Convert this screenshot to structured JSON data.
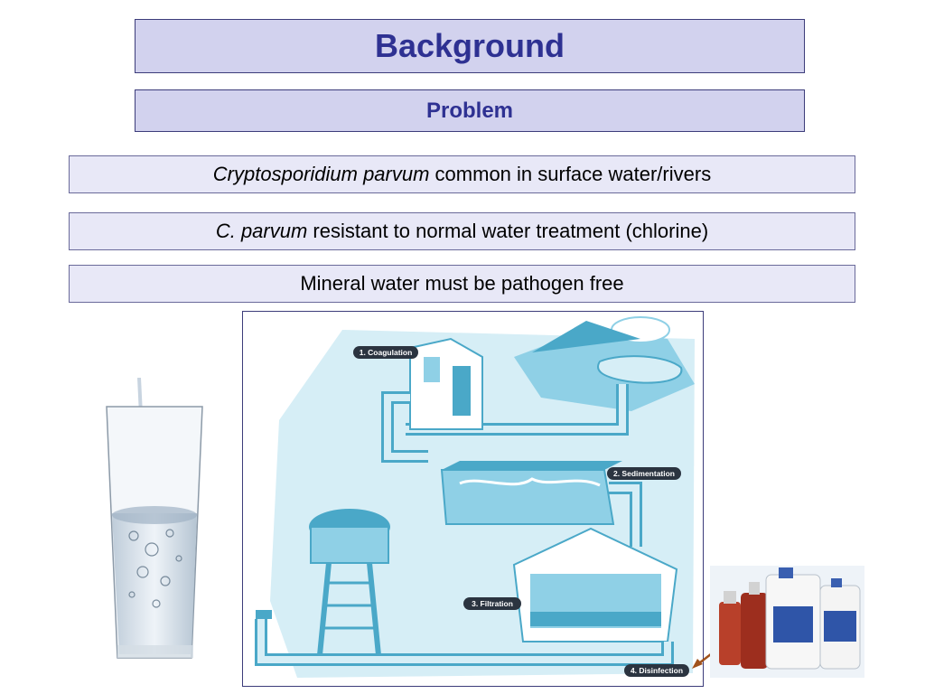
{
  "header": {
    "title": "Background",
    "subtitle": "Problem"
  },
  "points": [
    {
      "italic": "Cryptosporidium parvum",
      "text": " common in surface water/rivers"
    },
    {
      "italic": "C. parvum",
      "text": " resistant to normal water treatment (chlorine)"
    },
    {
      "italic": "",
      "text": "Mineral water must be pathogen free"
    }
  ],
  "diagram": {
    "steps": [
      "1. Coagulation",
      "2. Sedimentation",
      "3. Filtration",
      "4. Disinfection"
    ]
  },
  "colors": {
    "title_text": "#2e3192",
    "box_fill": "#d2d2ee",
    "water_light": "#d6eef6",
    "water_mid": "#8fd0e6",
    "water_dark": "#4aa8c8"
  }
}
